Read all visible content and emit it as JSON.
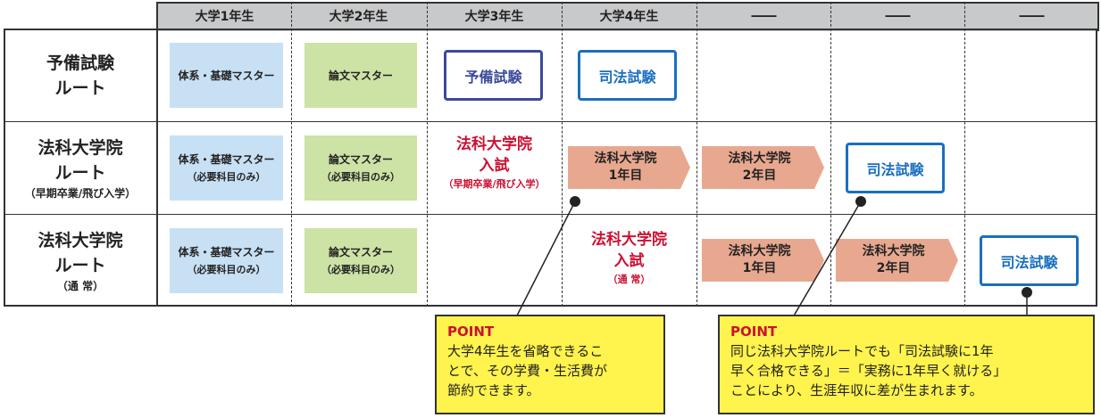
{
  "header": [
    "大学1年生",
    "大学2年生",
    "大学3年生",
    "大学4年生",
    "――",
    "――",
    "――"
  ],
  "rows": [
    {
      "label": [
        "予備試験",
        "ルート"
      ],
      "sub": "",
      "study1": "体系・基礎マスター",
      "study2": "論文マスター",
      "exam_prelim": "予備試験",
      "exam_bar": "司法試験"
    },
    {
      "label": [
        "法科大学院",
        "ルート"
      ],
      "sub": "（早期卒業/飛び入学）",
      "study1": "体系・基礎マスター",
      "study1_sub": "（必要科目のみ）",
      "study2": "論文マスター",
      "study2_sub": "（必要科目のみ）",
      "entrance": [
        "法科大学院",
        "入試"
      ],
      "entrance_sub": "（早期卒業/飛び入学）",
      "year1": [
        "法科大学院",
        "1年目"
      ],
      "year2": [
        "法科大学院",
        "2年目"
      ],
      "exam_bar": "司法試験"
    },
    {
      "label": [
        "法科大学院",
        "ルート"
      ],
      "sub": "（通 常）",
      "study1": "体系・基礎マスター",
      "study1_sub": "（必要科目のみ）",
      "study2": "論文マスター",
      "study2_sub": "（必要科目のみ）",
      "entrance": [
        "法科大学院",
        "入試"
      ],
      "entrance_sub": "（通 常）",
      "year1": [
        "法科大学院",
        "1年目"
      ],
      "year2": [
        "法科大学院",
        "2年目"
      ],
      "exam_bar": "司法試験"
    }
  ],
  "points": [
    {
      "title": "POINT",
      "lines": [
        "大学4年生を省略できるこ",
        "とで、その学費・生活費が",
        "節約できます。"
      ]
    },
    {
      "title": "POINT",
      "lines": [
        "同じ法科大学院ルートでも「司法試験に1年",
        "早く合格できる」＝「実務に1年早く就ける」",
        "ことにより、生涯年収に差が生まれます。"
      ]
    }
  ],
  "colors": {
    "red": "#cc1133",
    "blue": "#1a6fbf",
    "navy": "#3a4a9a",
    "yellow": "#fff34d",
    "pink": "#e8a890"
  }
}
